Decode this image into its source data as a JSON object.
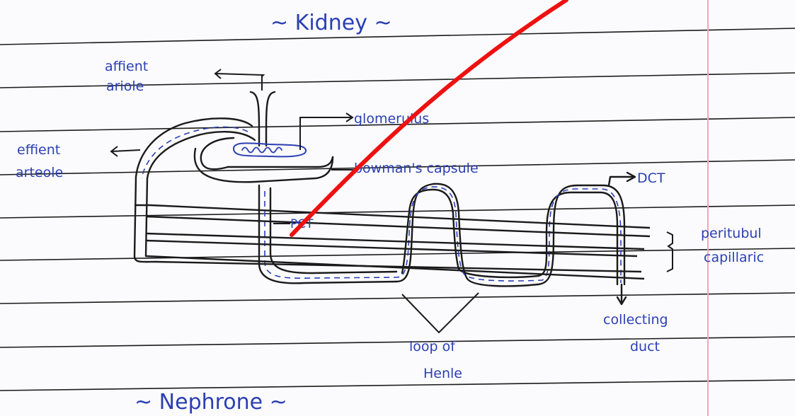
{
  "title": "~ Kidney ~",
  "subtitle": "~ Nephrone ~",
  "labels": {
    "affient_ariole_1": "affient",
    "affient_ariole_2": "ariole",
    "effient_arteole_1": "effient",
    "effient_arteole_2": "arteole",
    "glomerulus": "glomerulus",
    "bowmans_capsule": "bowman's capsule",
    "dct": "DCT",
    "pct": "PCT",
    "peritubular_1": "peritubul",
    "peritubular_2": "capillaric",
    "loop_1": "loop of",
    "loop_2": "Henle",
    "collecting_1": "collecting",
    "collecting_2": "duct"
  },
  "colors": {
    "paper": "#fbfbfd",
    "rule_line": "#1b1b1b",
    "margin_line": "#f2a7b8",
    "ink": "#2b3fb3",
    "pencil": "#1a1a1a",
    "annotation": "#ee1111"
  }
}
